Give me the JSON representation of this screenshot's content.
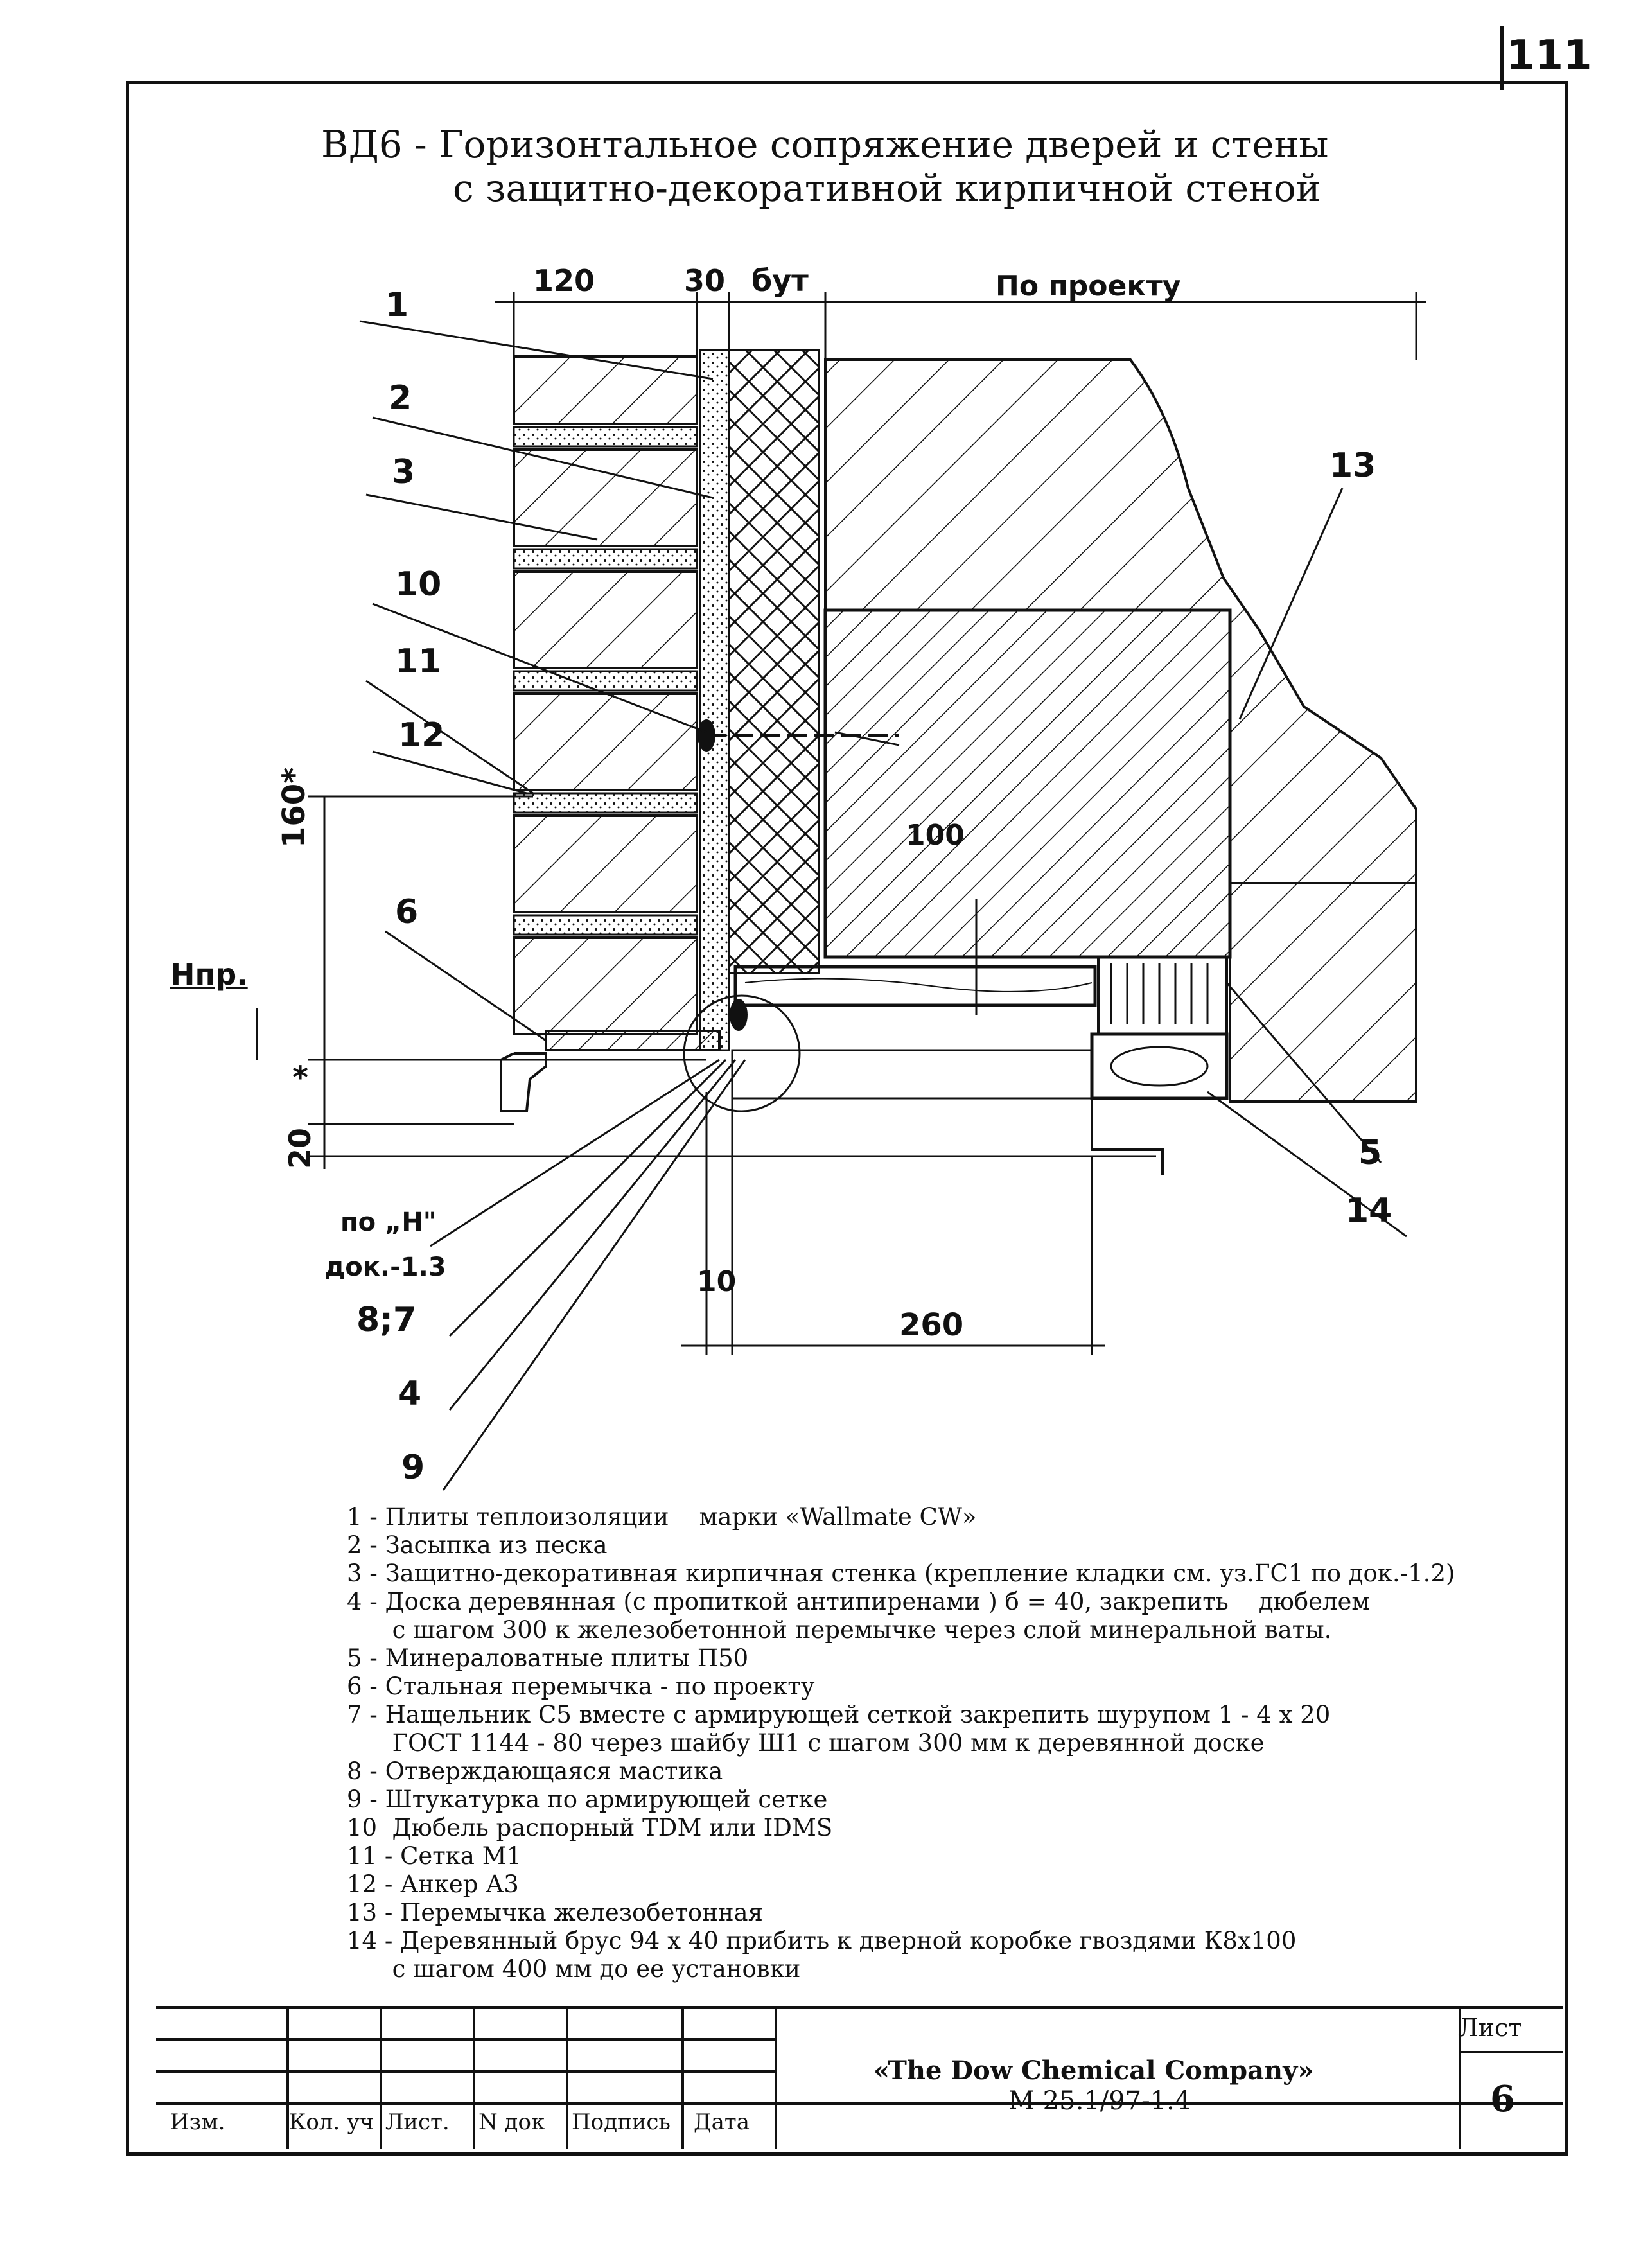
{
  "page": {
    "sheet_mark": "111"
  },
  "title": {
    "line1": "ВД6 - Горизонтальное сопряжение дверей и стены",
    "line2": "с защитно-декоративной кирпичной стеной"
  },
  "dimensions": {
    "d120": "120",
    "d30": "30",
    "dbut": "бут",
    "dproject": "По проекту",
    "d160": "160*",
    "d20": "20",
    "dstar": "*",
    "d100": "100",
    "d10": "10",
    "d260": "260",
    "hpr": "Нпр."
  },
  "callouts": {
    "c1": "1",
    "c2": "2",
    "c3": "3",
    "c10": "10",
    "c11": "11",
    "c12": "12",
    "c6": "6",
    "c13": "13",
    "c5": "5",
    "c14": "14",
    "c87": "8;7",
    "c4": "4",
    "c9": "9",
    "ref1": "по „Н\"",
    "ref2": "док.-1.3"
  },
  "legend": [
    "1 - Плиты теплоизоляции    марки «Wallmate CW»",
    "2 - Засыпка из песка",
    "3 - Защитно-декоративная кирпичная стенка (крепление кладки см. уз.ГС1 по док.-1.2)",
    "4 - Доска деревянная (с пропиткой антипиренами ) б = 40, закрепить    дюбелем",
    "      с шагом 300 к железобетонной перемычке через слой минеральной ваты.",
    "5 - Минераловатные плиты П50",
    "6 - Стальная перемычка - по проекту",
    "7 - Нащельник С5 вместе с армирующей сеткой закрепить шурупом 1 - 4 х 20",
    "      ГОСТ 1144 - 80 через шайбу Ш1 с шагом 300 мм к деревянной доске",
    "8 - Отверждающаяся мастика",
    "9 - Штукатурка по армирующей сетке",
    "10  Дюбель распорный TDM или IDMS",
    "11 - Сетка М1",
    "12 - Анкер А3",
    "13 - Перемычка железобетонная",
    "14 - Деревянный брус 94 х 40 прибить к дверной коробке гвоздями К8х100",
    "      с шагом 400 мм до ее установки"
  ],
  "title_block": {
    "headers": [
      "Изм.",
      "Кол. уч",
      "Лист.",
      "N док",
      "Подпись",
      "Дата"
    ],
    "company": "«The Dow Chemical Company»",
    "doc": "М 25.1/97-1.4",
    "sheet_label": "Лист",
    "sheet_value": "6"
  }
}
